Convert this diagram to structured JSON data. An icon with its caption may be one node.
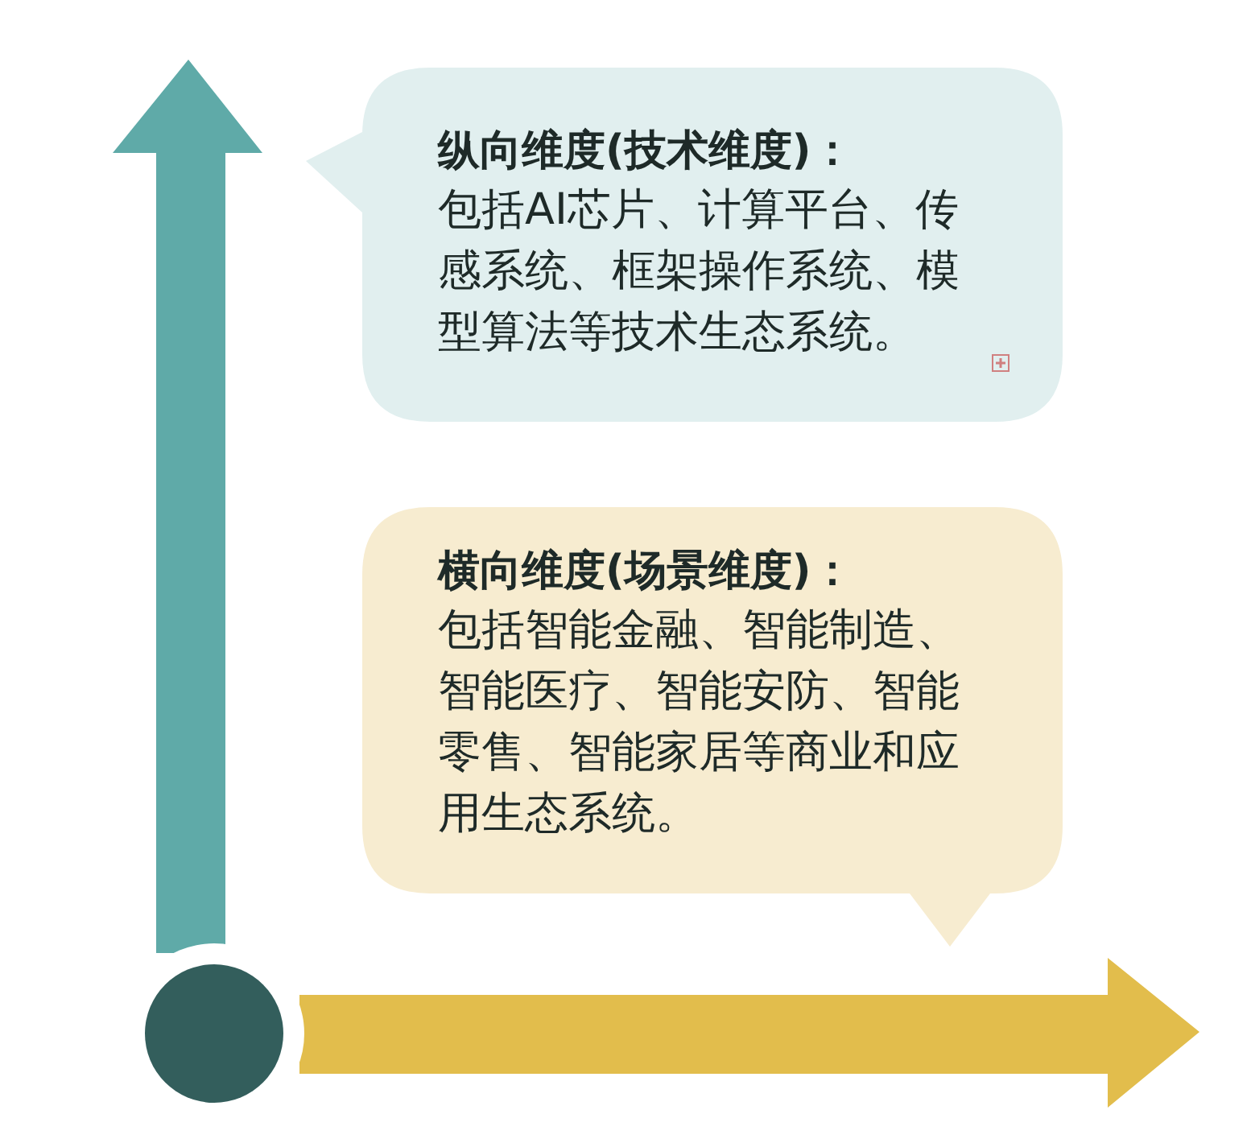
{
  "diagram": {
    "nodes": [
      {
        "text": [
          "纵向维度(技术维度)：",
          "包括AI芯片、计算平台、传感系统、框架操作系统、模型算法等技术生态系统。"
        ]
      },
      {
        "text": [
          "横向维度(场景维度)：",
          "包括智能金融、智能制造、智能医疗、智能安防、智能零售、智能家居等商业和应用生态系统。"
        ]
      }
    ]
  }
}
